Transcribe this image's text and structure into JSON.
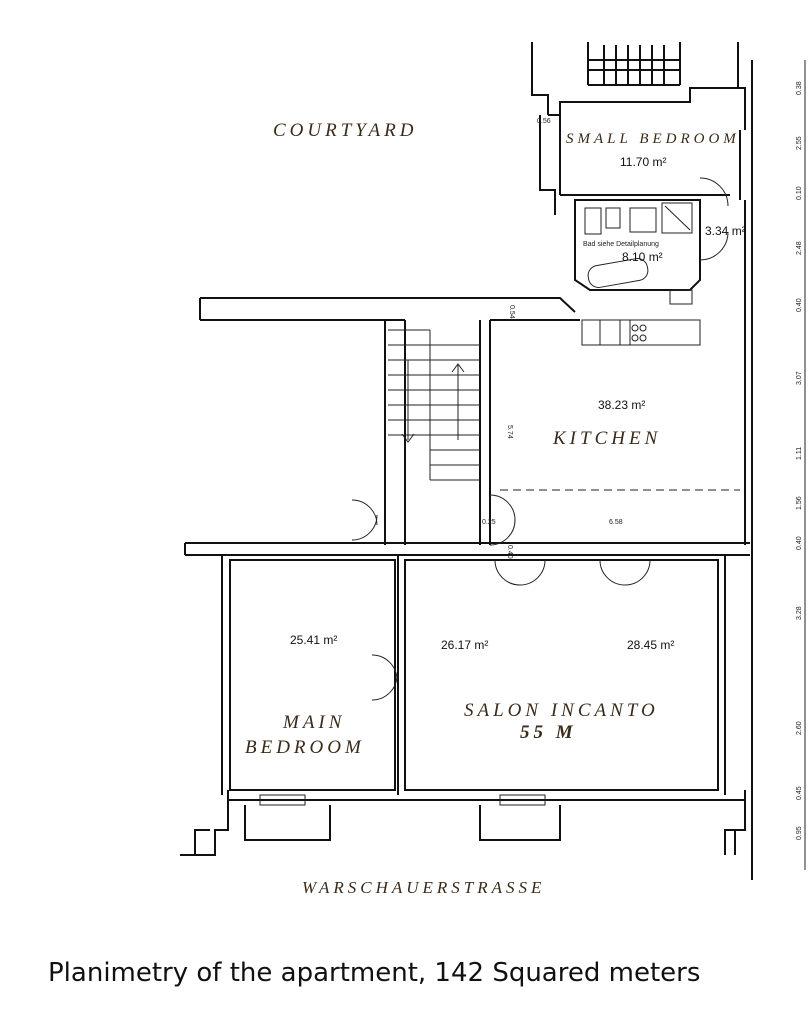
{
  "plan": {
    "labels": {
      "courtyard": "COURTYARD",
      "small_bedroom": "SMALL BEDROOM",
      "kitchen": "KITCHEN",
      "salon": "SALON INCANTO",
      "salon_size": "55 M",
      "main_bedroom_1": "MAIN",
      "main_bedroom_2": "BEDROOM",
      "street": "WARSCHAUERSTRASSE",
      "bath_note": "Bad siehe Detailplanung"
    },
    "areas": {
      "small_bedroom": "11.70 m²",
      "hall": "3.34 m²",
      "bathroom": "8.10 m²",
      "kitchen": "38.23 m²",
      "main_bedroom": "25.41 m²",
      "salon_left": "26.17 m²",
      "salon_right": "28.45 m²"
    },
    "inner_dimensions": {
      "d056": "0.56",
      "d054": "0.54",
      "d574": "5.74",
      "d025": "0.25",
      "d658": "6.58",
      "d040": "0.40"
    },
    "side_dimensions": [
      "0.38",
      "2.55",
      "0.10",
      "2.48",
      "0.40",
      "3.07",
      "1.11",
      "1.56",
      "0.40",
      "3.28",
      "2.60",
      "0.45",
      "0.95"
    ]
  },
  "caption": "Planimetry of the apartment, 142 Squared meters"
}
